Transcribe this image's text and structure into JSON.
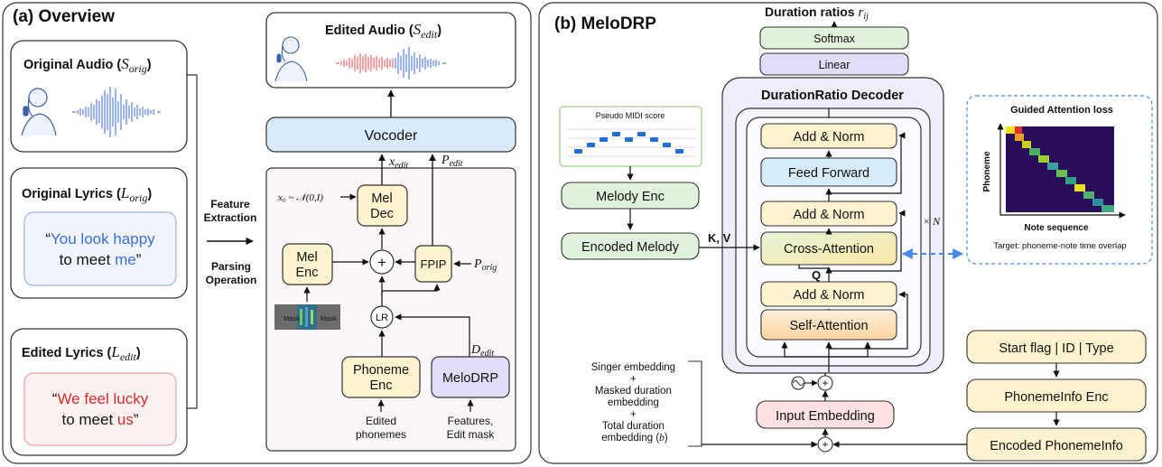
{
  "panel_a": {
    "title": "(a) Overview",
    "original_audio": {
      "label": "Original Audio (",
      "symbol": "S",
      "sub": "orig",
      "close": ")"
    },
    "original_lyrics": {
      "label": "Original Lyrics (",
      "symbol": "L",
      "sub": "orig",
      "close": ")",
      "line1_open": "“",
      "line1": "You look happy",
      "line2_pre": "to meet ",
      "line2_hl": "me",
      "line2_close": "”"
    },
    "edited_lyrics": {
      "label": "Edited Lyrics (",
      "symbol": "L",
      "sub": "edit",
      "close": ")",
      "line1_open": "“",
      "line1": "We feel lucky",
      "line2_pre": "to meet ",
      "line2_hl": "us",
      "line2_close": "”"
    },
    "feature_extraction": [
      "Feature",
      "Extraction"
    ],
    "parsing_operation": [
      "Parsing",
      "Operation"
    ],
    "edited_audio": {
      "label": "Edited Audio (",
      "symbol": "S",
      "sub": "edit",
      "close": ")"
    },
    "vocoder": "Vocoder",
    "x_edit": {
      "sym": "x",
      "sub": "edit"
    },
    "p_edit": {
      "sym": "P",
      "sub": "edit"
    },
    "noise": "x₀ ~ 𝒩(0,I)",
    "mel_dec": [
      "Mel",
      "Dec"
    ],
    "mel_enc": [
      "Mel",
      "Enc"
    ],
    "plus": "+",
    "fpip": "FPIP",
    "p_orig": {
      "sym": "P",
      "sub": "orig"
    },
    "mask_left": "Mask",
    "mask_right": "Mask",
    "lr": "LR",
    "d_edit": {
      "sym": "D",
      "sub": "edit"
    },
    "phoneme_enc": [
      "Phoneme",
      "Enc"
    ],
    "melodrp": "MeloDRP",
    "edited_phonemes": [
      "Edited",
      "phonemes"
    ],
    "features_mask": [
      "Features,",
      "Edit mask"
    ]
  },
  "panel_b": {
    "title": "(b) MeloDRP",
    "duration_ratios": "Duration ratios ",
    "r_ij": {
      "sym": "r",
      "sub": "ij"
    },
    "softmax": "Softmax",
    "linear": "Linear",
    "decoder_title": "DurationRatio Decoder",
    "add_norm": "Add & Norm",
    "feed_forward": "Feed Forward",
    "cross_attention": "Cross-Attention",
    "self_attention": "Self-Attention",
    "times_n": "× N",
    "kv": "K, V",
    "q": "Q",
    "pseudo_midi": "Pseudo MIDI score",
    "melody_enc": "Melody Enc",
    "encoded_melody": "Encoded Melody",
    "guided_title": "Guided Attention loss",
    "phoneme_axis": "Phoneme",
    "note_axis": "Note sequence",
    "target": "Target: phoneme-note time overlap",
    "singer_embedding": [
      "Singer embedding",
      "+",
      "Masked duration",
      "embedding",
      "+",
      "Total duration",
      "embedding ("
    ],
    "b_sym": "b",
    "input_embedding": "Input Embedding",
    "start_flag": "Start flag | ID | Type",
    "phonemeinfo_enc": "PhonemeInfo Enc",
    "encoded_phonemeinfo": "Encoded PhonemeInfo"
  },
  "colors": {
    "yellow": "#fdf3cf",
    "blue": "#d9ebfa",
    "purple": "#e2dcf7",
    "green": "#e0f2dc",
    "pink": "#fde1e1",
    "orange": "#fde3c4",
    "lyric_blue": "#3a6fd8",
    "lyric_red": "#d62b2b"
  }
}
